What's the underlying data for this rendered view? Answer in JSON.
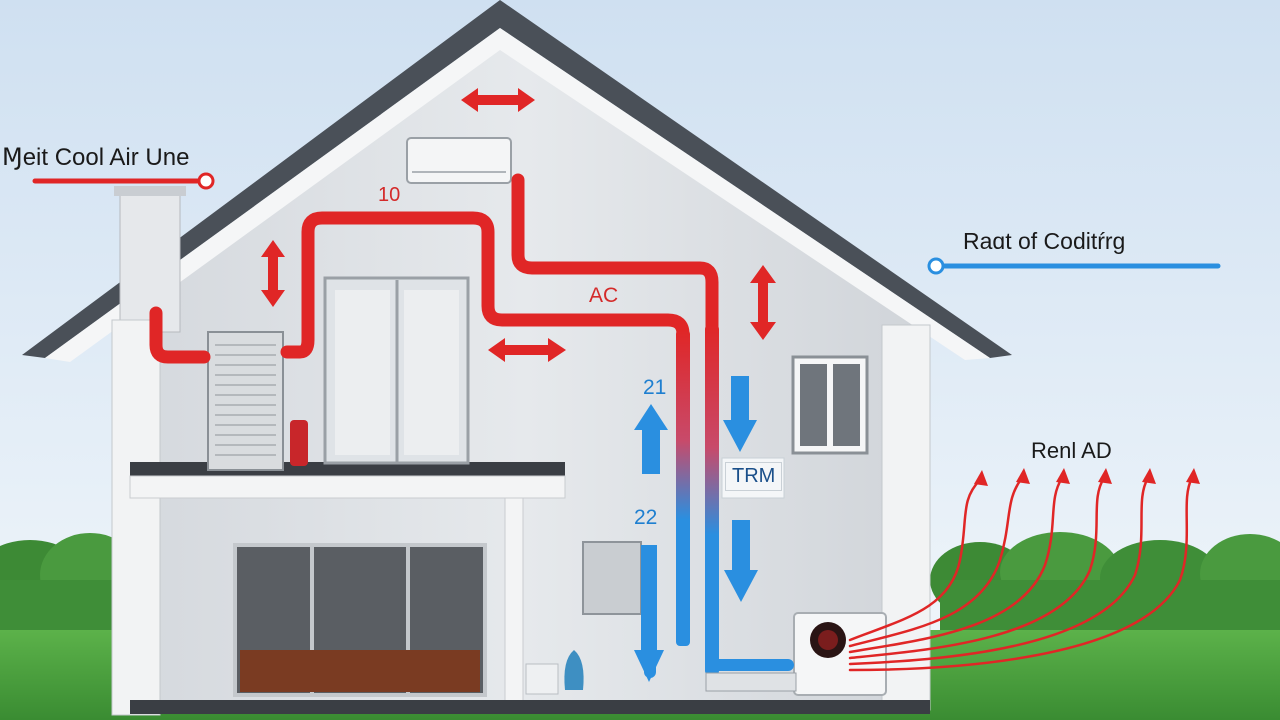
{
  "callouts": {
    "left_title": "Ɱeit Cool Air Une",
    "right_title": "Raɑt of Coditŕrg",
    "heat_title": "Renl AD"
  },
  "duct_labels": {
    "red_top": "10",
    "red_mid": "AC",
    "blue_top": "21",
    "blue_mid": "22",
    "unit_tag": "TRM"
  },
  "colors": {
    "warm_duct": "#e02626",
    "cool_duct": "#2a8fe0",
    "sky": "#dbe9f6",
    "grass": "#3f9a3a",
    "wall": "#e3e6ea",
    "roof": "#4a5058"
  },
  "icons": [
    "double-arrow-icon",
    "down-arrow-icon",
    "up-arrow-icon",
    "heat-wave-icon"
  ]
}
